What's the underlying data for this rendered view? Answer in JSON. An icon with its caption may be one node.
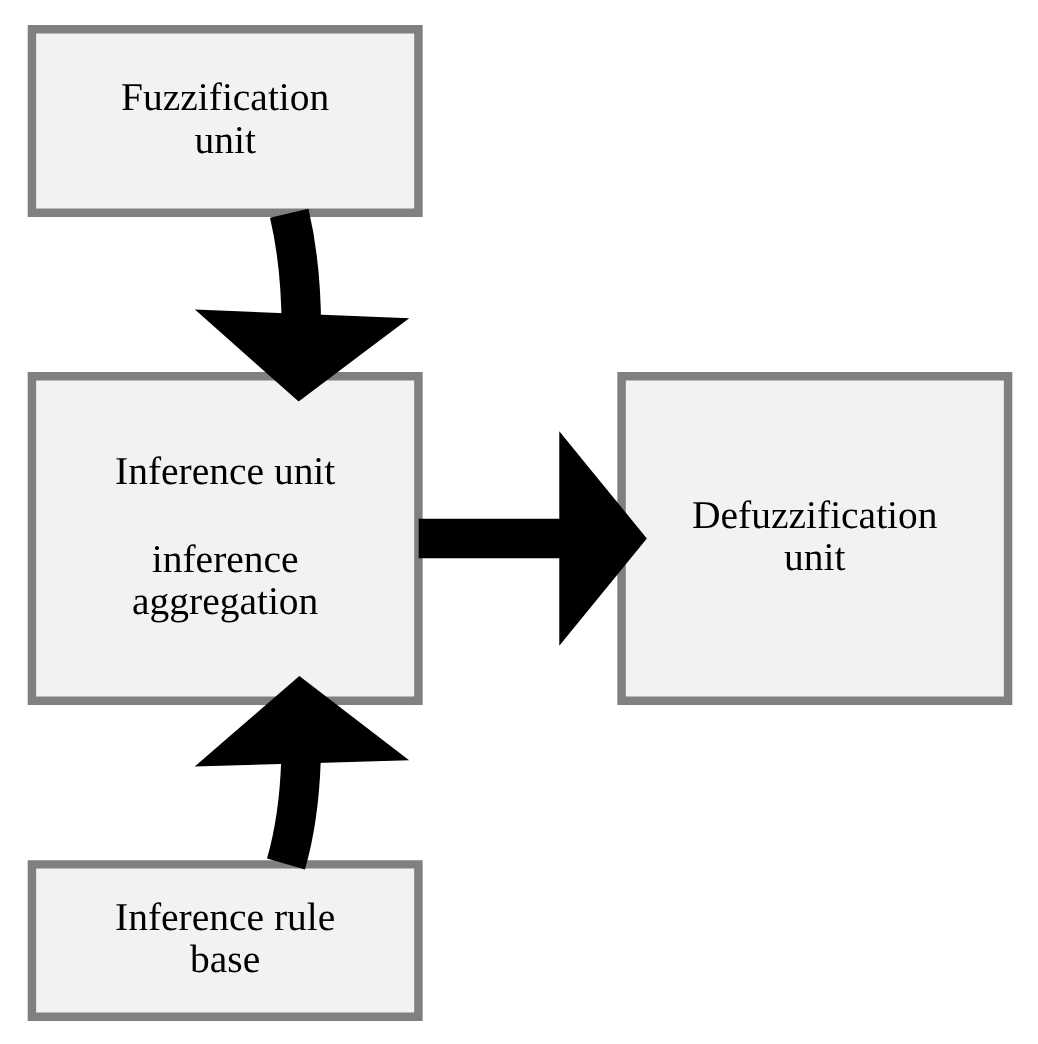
{
  "diagram": {
    "nodes": [
      {
        "text": [
          "Fuzzification unit"
        ]
      },
      {
        "text": [
          "Inference unit",
          "inference aggregation"
        ]
      },
      {
        "text": [
          "Defuzzification unit"
        ]
      },
      {
        "text": [
          "Inference rule base"
        ]
      }
    ],
    "edges": [
      {
        "from": 0,
        "to": 1,
        "arrow": "to"
      },
      {
        "from": 1,
        "to": 2,
        "arrow": "to"
      },
      {
        "from": 3,
        "to": 1,
        "arrow": "to"
      }
    ]
  }
}
